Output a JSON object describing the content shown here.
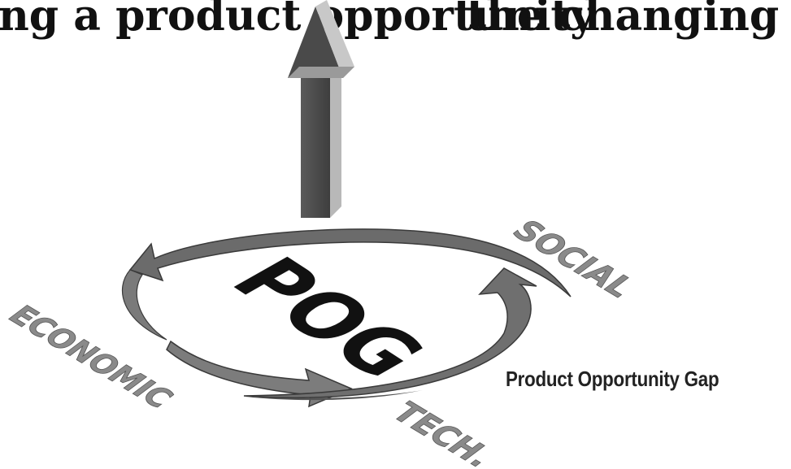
{
  "header": {
    "title_left": "ng a product opportunity",
    "title_right": "the changing gaps"
  },
  "diagram": {
    "center_label": "POG",
    "factor_social": "SOCIAL",
    "factor_economic": "ECONOMIC",
    "factor_tech": "TECH.",
    "gap_label": "Product Opportunity Gap"
  },
  "colors": {
    "arrow_dark": "#4a4a4a",
    "arrow_mid": "#7a7a7a",
    "arrow_light": "#b5b5b5",
    "label_grey": "#8a8a8a",
    "text_black": "#111111"
  }
}
